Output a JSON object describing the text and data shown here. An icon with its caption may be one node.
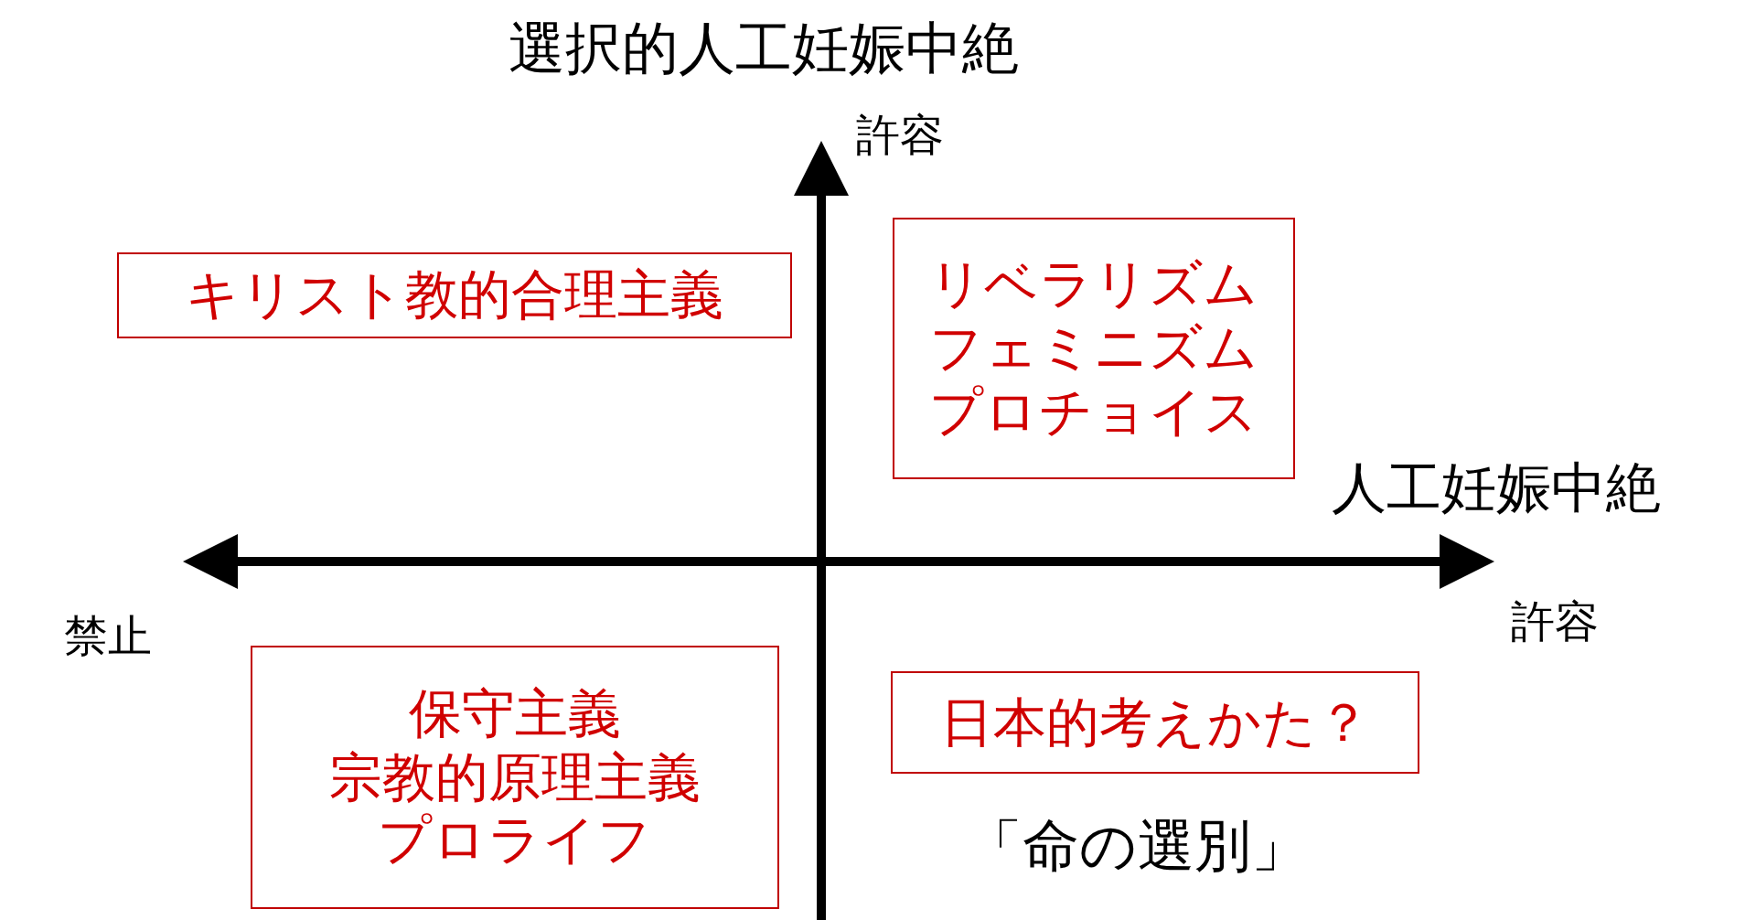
{
  "diagram": {
    "nodes": [
      {
        "text": [
          "キリスト教的合理主義"
        ]
      },
      {
        "text": [
          "リベラリズム",
          "フェミニズム",
          "プロチョイス"
        ]
      },
      {
        "text": [
          "保守主義",
          "宗教的原理主義",
          "プロライフ"
        ]
      },
      {
        "text": [
          "日本的考えかた？"
        ]
      }
    ],
    "labels": [
      "選択的人工妊娠中絶",
      "許容",
      "人工妊娠中絶",
      "禁止",
      "許容",
      "「命の選別」"
    ]
  }
}
